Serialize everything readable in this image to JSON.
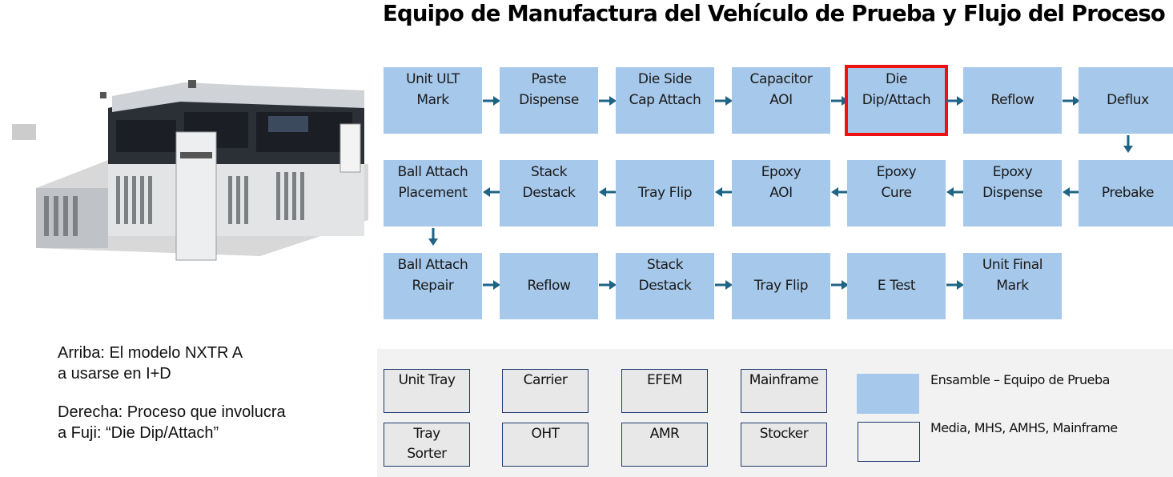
{
  "title": "Equipo de Manufactura del Vehículo de Prueba y Flujo del Proceso",
  "flow": {
    "row1": [
      [
        "Unit ULT",
        "Mark"
      ],
      [
        "Paste",
        "Dispense"
      ],
      [
        "Die Side",
        "Cap Attach"
      ],
      [
        "Capacitor",
        "AOI"
      ],
      [
        "Die",
        "Dip/Attach"
      ],
      [
        "",
        "Reflow"
      ],
      [
        "",
        "Deflux"
      ]
    ],
    "row2": [
      [
        "Ball Attach",
        "Placement"
      ],
      [
        "Stack",
        "Destack"
      ],
      [
        "",
        "Tray Flip"
      ],
      [
        "Epoxy",
        "AOI"
      ],
      [
        "Epoxy",
        "Cure"
      ],
      [
        "Epoxy",
        "Dispense"
      ],
      [
        "",
        "Prebake"
      ]
    ],
    "row3": [
      [
        "Ball Attach",
        "Repair"
      ],
      [
        "",
        "Reflow"
      ],
      [
        "Stack",
        "Destack"
      ],
      [
        "",
        "Tray Flip"
      ],
      [
        "",
        "E Test"
      ],
      [
        "Unit Final",
        "Mark"
      ]
    ],
    "highlighted": "Die Dip/Attach",
    "highlight_color": "#ee1111",
    "box_color": "#a6c8ea",
    "arrow_color": "#1f6485"
  },
  "caption": {
    "line1": "Arriba:  El modelo NXTR A",
    "line2": "a usarse en I+D",
    "line3": "Derecha: Proceso que involucra",
    "line4": "a Fuji: “Die Dip/Attach”"
  },
  "legend": {
    "items": [
      [
        "Unit Tray",
        ""
      ],
      [
        "Carrier",
        ""
      ],
      [
        "EFEM",
        ""
      ],
      [
        "Mainframe",
        ""
      ],
      [
        "Tray",
        "Sorter"
      ],
      [
        "OHT",
        ""
      ],
      [
        "AMR",
        ""
      ],
      [
        "Stocker",
        ""
      ]
    ],
    "key_blue": "Ensamble – Equipo de Prueba",
    "key_white": "Media, MHS, AMHS, Mainframe"
  }
}
